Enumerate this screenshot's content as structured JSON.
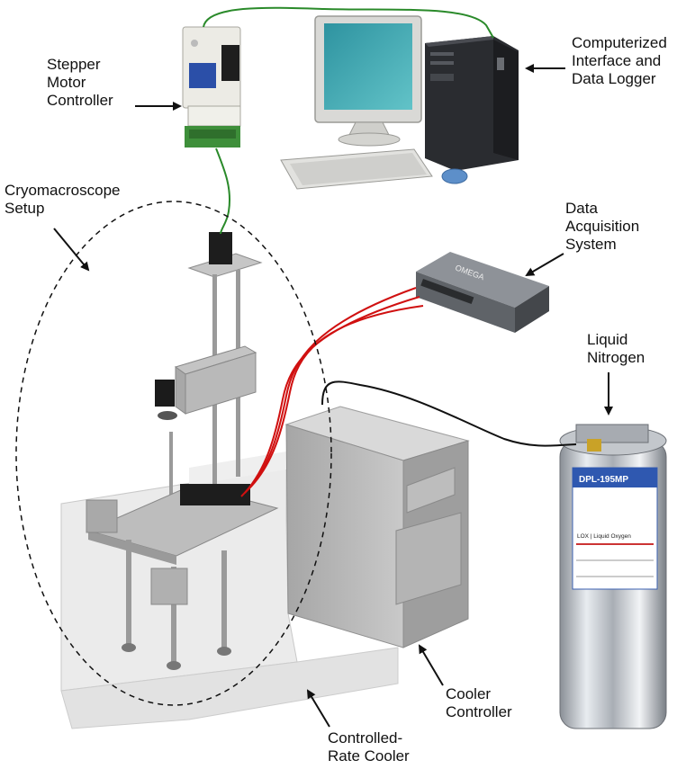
{
  "labels": {
    "stepper_motor_controller": [
      "Stepper",
      "Motor",
      "Controller"
    ],
    "computerized_interface": [
      "Computerized",
      "Interface and",
      "Data Logger"
    ],
    "cryomacroscope_setup": [
      "Cryomacroscope",
      "Setup"
    ],
    "data_acquisition_system": [
      "Data",
      "Acquisition",
      "System"
    ],
    "liquid_nitrogen": [
      "Liquid",
      "Nitrogen"
    ],
    "cooler_controller": [
      "Cooler",
      "Controller"
    ],
    "controlled_rate_cooler": [
      "Controlled-",
      "Rate Cooler"
    ]
  },
  "device_text": {
    "daq_brand": "OMEGA",
    "dewar_model": "DPL-195MP",
    "dewar_label": "LOX | Liquid Oxygen"
  },
  "colors": {
    "signal_cable": "#2a8a2a",
    "thermocouple_wire": "#d01010",
    "nitrogen_line": "#111111",
    "cooler_body": "#b8b8b8",
    "monitor_screen": "#3fa8b0"
  }
}
